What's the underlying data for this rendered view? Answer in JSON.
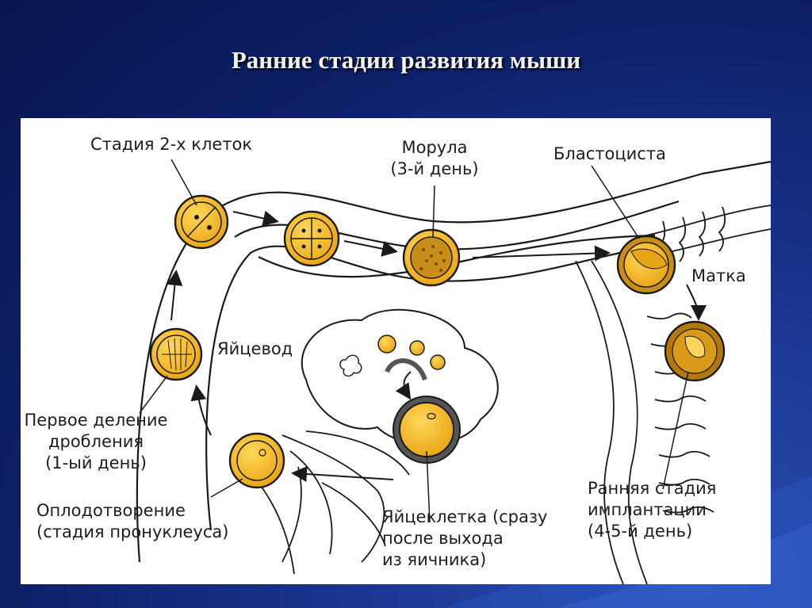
{
  "title": "Ранние стадии развития мыши",
  "labels": {
    "two_cell": "Стадия 2-х клеток",
    "morula": "Морула\n(3-й день)",
    "blastocyst": "Бластоциста",
    "uterus": "Матка",
    "oviduct": "Яйцевод",
    "first_division": "Первое деление\nдробления\n(1-ый день)",
    "fertilization": "Оплодотворение\n(стадия пронуклеуса)",
    "egg": "Яйцеклетка (сразу\nпосле выхода\nиз яичника)",
    "implantation": "Ранняя стадия\nимплантации\n(4-5-й день)"
  },
  "colors": {
    "background": "#0d1f66",
    "cell_fill": "#f2b21c",
    "cell_rim": "#c88a0c",
    "line": "#1a1a1a",
    "panel": "#ffffff"
  }
}
